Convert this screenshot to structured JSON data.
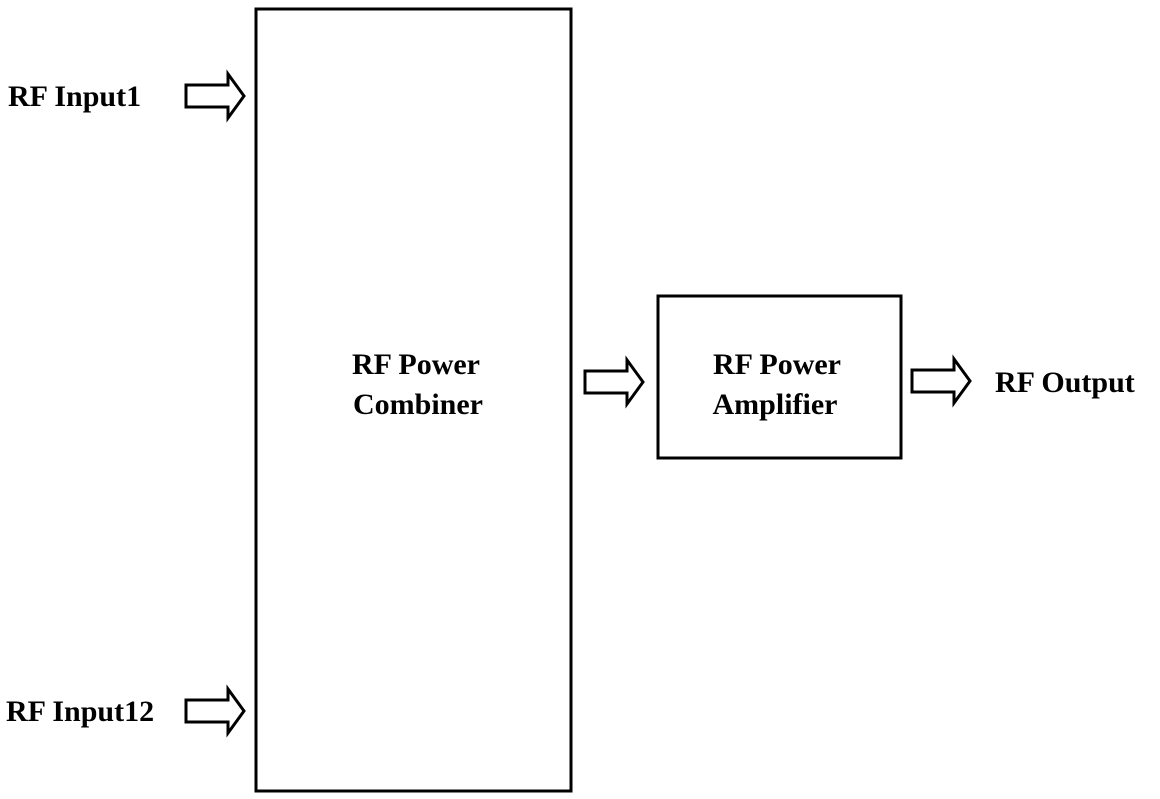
{
  "diagram": {
    "inputs": {
      "first": "RF Input1",
      "last": "RF Input12"
    },
    "combiner": {
      "line1": "RF Power",
      "line2": "Combiner"
    },
    "amplifier": {
      "line1": "RF Power",
      "line2": "Amplifier"
    },
    "output": "RF Output"
  }
}
